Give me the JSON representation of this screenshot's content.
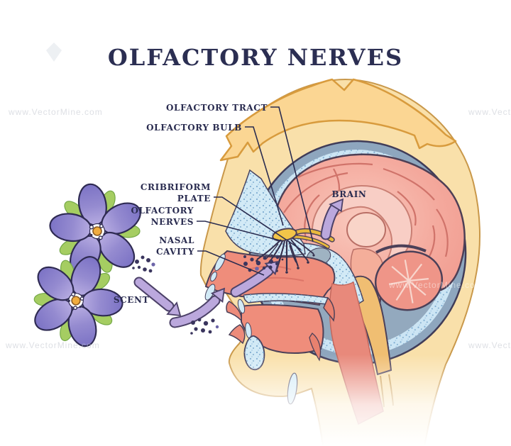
{
  "title": "OLFACTORY NERVES",
  "labels": {
    "olfactory_tract": "OLFACTORY TRACT",
    "olfactory_bulb": "OLFACTORY BULB",
    "cribriform_line1": "CRIBRIFORM",
    "cribriform_line2": "PLATE",
    "nerves_line1": "OLFACTORY",
    "nerves_line2": "NERVES",
    "nasal_line1": "NASAL",
    "nasal_line2": "CAVITY",
    "brain": "BRAIN",
    "scent": "SCENT"
  },
  "watermark": {
    "text": "www.VectorMine.com"
  },
  "colors": {
    "title_navy": "#2B2E52",
    "label_navy": "#2A2C50",
    "skin": "#F9E0AA",
    "skin_outline": "#C9984A",
    "hair": "#FBD693",
    "hair_outline": "#D89B3D",
    "skull_bone": "#8EA6BE",
    "diploe_blue": "#CCE5F4",
    "cartilage_blue": "#D2EAF6",
    "brain_pink": "#F2A096",
    "brain_light": "#F8CEC5",
    "cerebellum": "#EF9588",
    "coral": "#EF8D7B",
    "olfactory_bulb_yellow": "#F3C549",
    "brainstem_yellow": "#F0BE72",
    "nerve_dark": "#35304E",
    "arrow_purple": "#BBA8DD",
    "arrow_outline": "#4C4168",
    "petal_violet": "#7C73C5",
    "petal_light": "#B6ABE1",
    "leaf_green": "#A5CD62",
    "flower_center_orange": "#F0AC3F",
    "scent_dot": "#3A355E"
  }
}
